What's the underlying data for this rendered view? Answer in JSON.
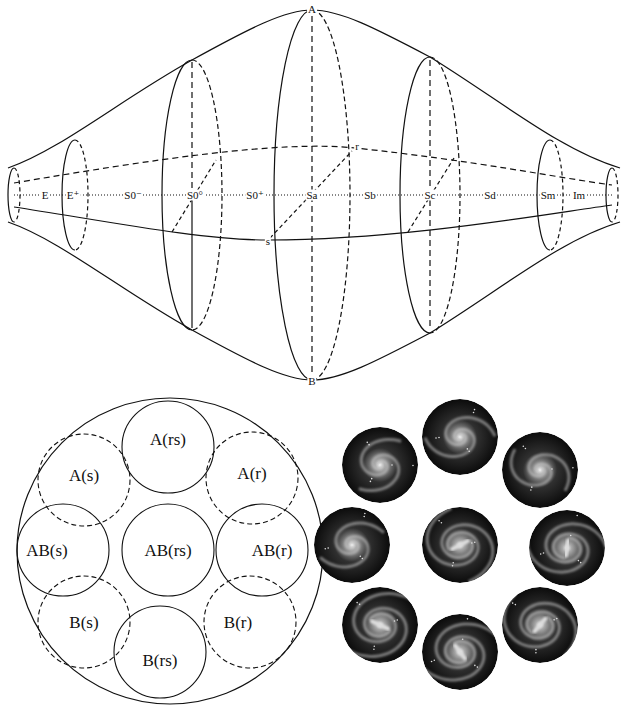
{
  "diagram": {
    "nodes": [
      {
        "text": [
          "A(rs)"
        ]
      },
      {
        "text": [
          "A(s)"
        ]
      },
      {
        "text": [
          "A(r)"
        ]
      },
      {
        "text": [
          "AB(s)"
        ]
      },
      {
        "text": [
          "AB(rs)"
        ]
      },
      {
        "text": [
          "AB(r)"
        ]
      },
      {
        "text": [
          "B(s)"
        ]
      },
      {
        "text": [
          "B(r)"
        ]
      },
      {
        "text": [
          "B(rs)"
        ]
      }
    ],
    "labels": [
      "A",
      "E",
      "E⁺",
      "S0⁻",
      "S0°",
      "S0⁺",
      "Sa",
      "Sb",
      "Sc",
      "Sd",
      "Sm",
      "Im",
      "r",
      "s",
      "B"
    ]
  }
}
